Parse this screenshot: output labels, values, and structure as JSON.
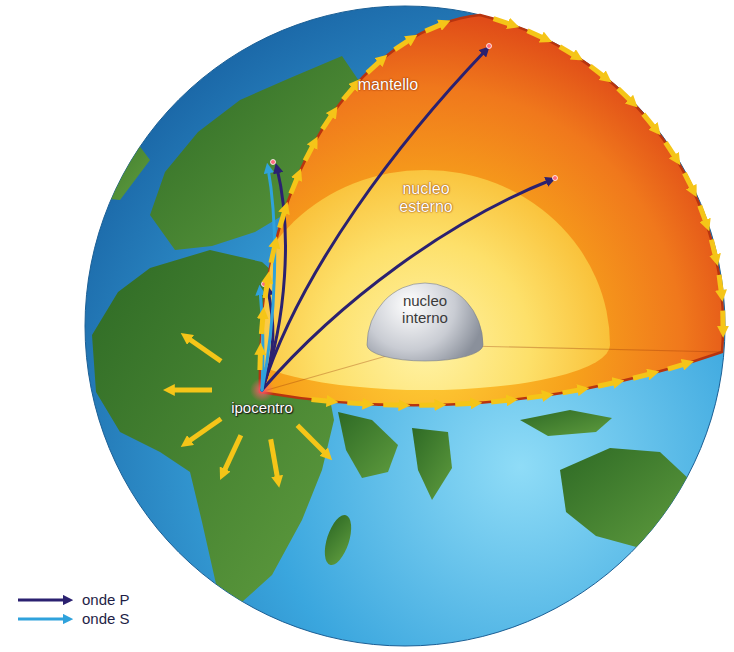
{
  "diagram": {
    "labels": [
      "mantello",
      "nucleo esterno",
      "nucleo interno",
      "ipocentro"
    ],
    "legend": [
      {
        "text": "onde P"
      },
      {
        "text": "onde S"
      }
    ]
  }
}
